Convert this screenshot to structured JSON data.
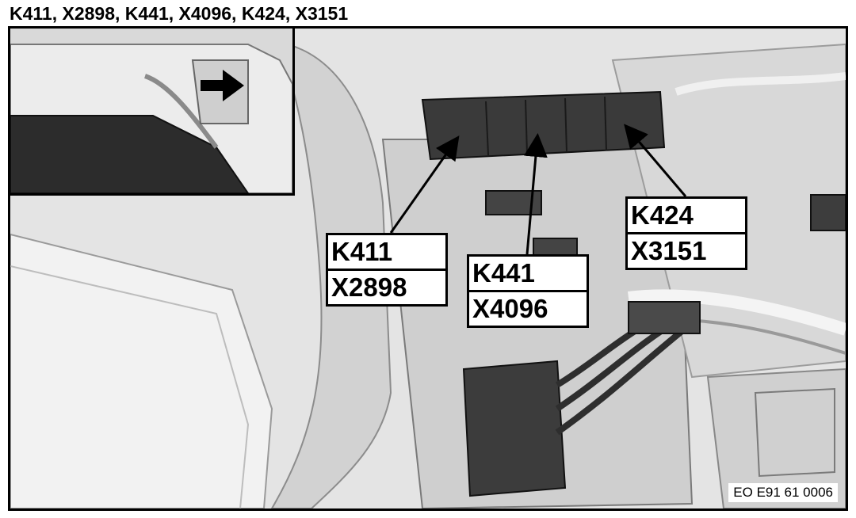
{
  "title": "K411, X2898, K441, X4096, K424, X3151",
  "labels": [
    {
      "top": "K411",
      "bottom": "X2898"
    },
    {
      "top": "K441",
      "bottom": "X4096"
    },
    {
      "top": "K424",
      "bottom": "X3151"
    }
  ],
  "reference": "EO E91 61 0006"
}
